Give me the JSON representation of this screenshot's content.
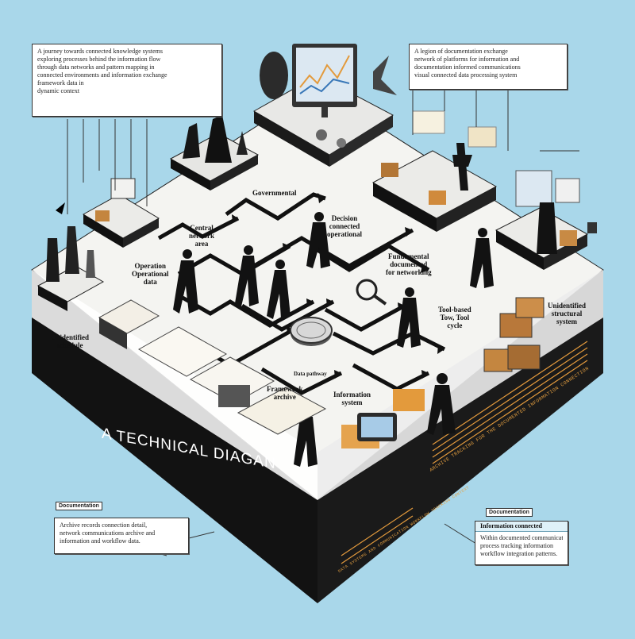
{
  "diagram": {
    "banner_title": "A TECHNICAL DIAGAN",
    "callouts": {
      "top_left": {
        "lines": [
          "A journey towards connected knowledge systems",
          "exploring processes behind the information flow",
          "through data networks and pattern mapping in",
          "connected environments and information exchange",
          "framework data in",
          "dynamic context"
        ]
      },
      "top_right": {
        "lines": [
          "A legion of documentation exchange",
          "network of platforms for information and",
          "documentation informed communications",
          "visual connected data processing system"
        ]
      },
      "bottom_left": {
        "head": "Documentation",
        "lines": [
          "Archive records connection detail,",
          "network communications archive and",
          "information and workflow data."
        ]
      },
      "bottom_right": {
        "head": "Information connected",
        "label": "Documentation",
        "lines": [
          "Within documented communications,",
          "process tracking information",
          "workflow integration patterns."
        ]
      }
    },
    "board_labels": {
      "governance": "Governmental",
      "decision": [
        "Decision",
        "connected",
        "operational"
      ],
      "fundamental": [
        "Fundamental",
        "documented",
        "for networking"
      ],
      "tools": [
        "Tool-based",
        "Tow, Tool",
        "cycle"
      ],
      "undefined_right": [
        "Unidentified",
        "structural",
        "system"
      ],
      "undefined_left": [
        "Unidentified",
        "schedule"
      ],
      "central_label": [
        "Central",
        "network",
        "area"
      ],
      "operational": [
        "Operation",
        "Operational",
        "data"
      ],
      "framework": [
        "Framework",
        "archive"
      ],
      "information": [
        "Information",
        "system"
      ],
      "data_hub": "Data pathway"
    },
    "strip_text": [
      "ARCHIVE TRACKING FOR THE DOCUMENTED INFORMATION CONNECTION",
      "DATA SYSTEMS AND COMMUNICATION WORKFLOW TRACKING CONTEXT"
    ]
  },
  "colors": {
    "sky": "#a9d7ea",
    "board_top": "#f3f3f0",
    "board_side": "#111111",
    "accent_orange": "#e39a3c",
    "callout_head": "#dff1f8"
  }
}
